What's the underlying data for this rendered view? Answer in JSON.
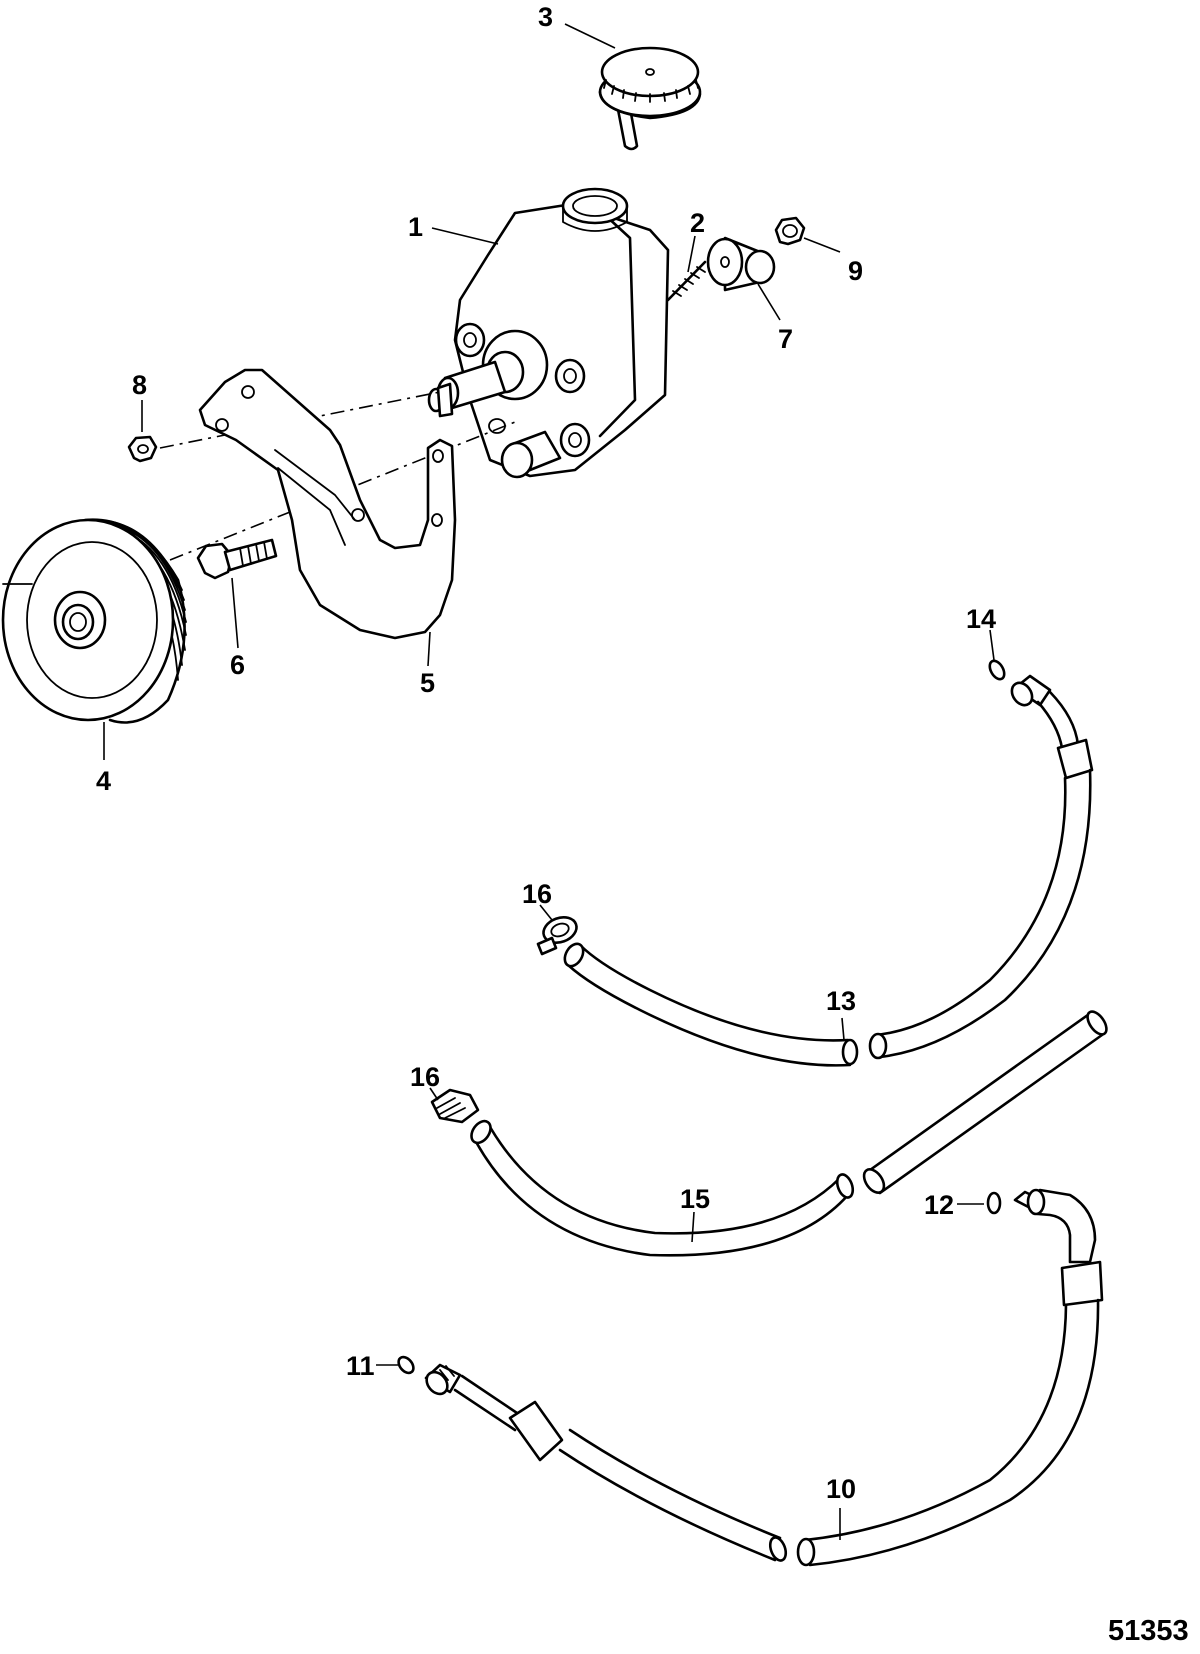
{
  "figure_number": "51353",
  "callouts": [
    {
      "id": "c1",
      "label": "1"
    },
    {
      "id": "c2",
      "label": "2"
    },
    {
      "id": "c3",
      "label": "3"
    },
    {
      "id": "c4",
      "label": "4"
    },
    {
      "id": "c5",
      "label": "5"
    },
    {
      "id": "c6",
      "label": "6"
    },
    {
      "id": "c7",
      "label": "7"
    },
    {
      "id": "c8",
      "label": "8"
    },
    {
      "id": "c9",
      "label": "9"
    },
    {
      "id": "c10",
      "label": "10"
    },
    {
      "id": "c11",
      "label": "11"
    },
    {
      "id": "c12",
      "label": "12"
    },
    {
      "id": "c13",
      "label": "13"
    },
    {
      "id": "c14",
      "label": "14"
    },
    {
      "id": "c15",
      "label": "15"
    },
    {
      "id": "c16a",
      "label": "16"
    },
    {
      "id": "c16b",
      "label": "16"
    }
  ]
}
